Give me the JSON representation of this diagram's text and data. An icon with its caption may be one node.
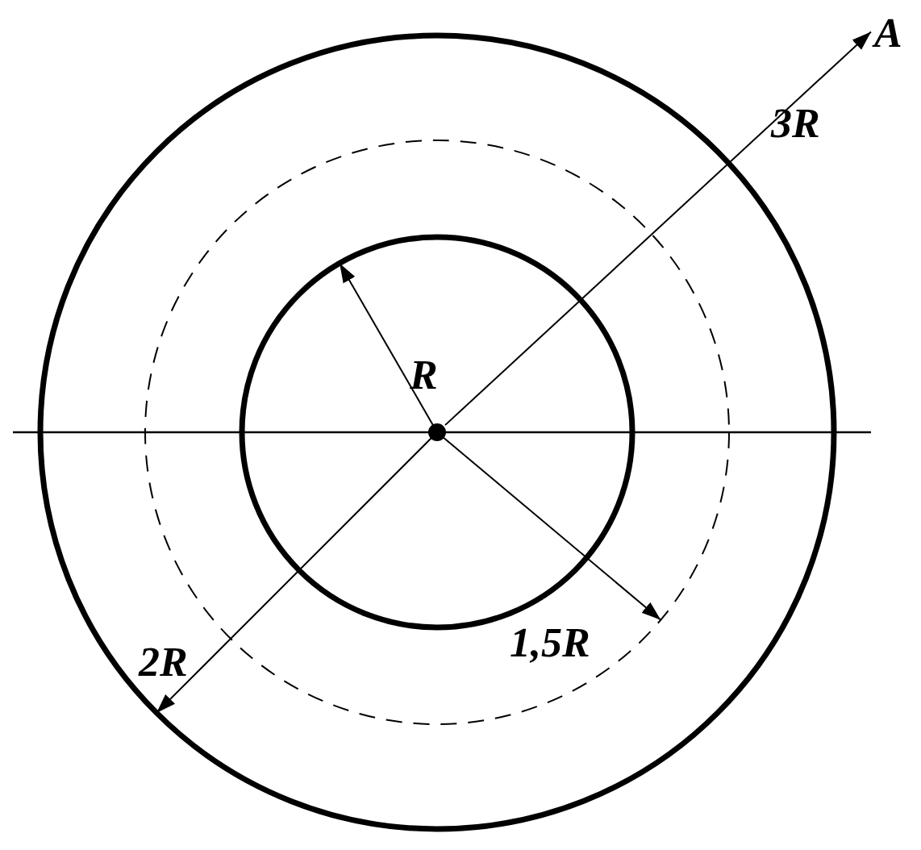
{
  "diagram": {
    "nodes": [
      {
        "text": [
          "A"
        ]
      },
      {
        "text": [],
        "shape": "circle"
      }
    ],
    "edges": [
      {
        "from": 1,
        "to": 0,
        "arrow": "to"
      }
    ],
    "labels": [
      "3R",
      "R",
      "2R",
      "1,5R"
    ]
  }
}
